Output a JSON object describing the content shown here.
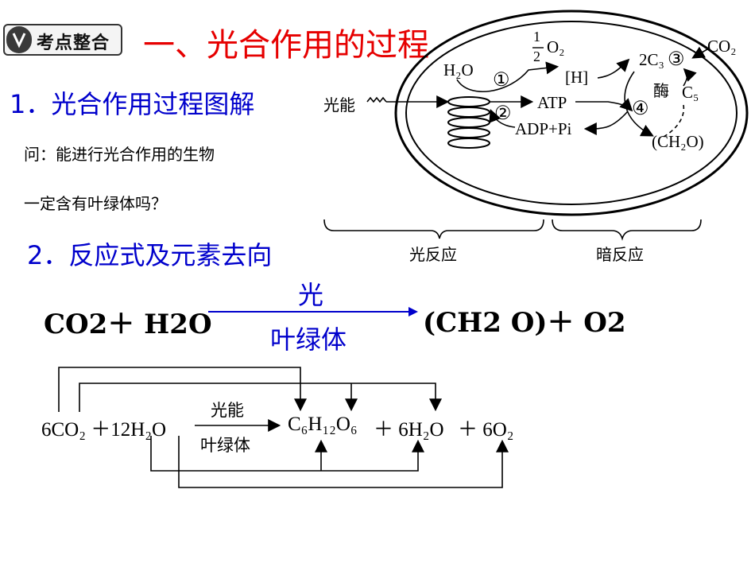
{
  "header": {
    "badge_label": "考点整合",
    "title": "一、光合作用的过程"
  },
  "section1": {
    "heading": "1．光合作用过程图解",
    "question_line1": "问：能进行光合作用的生物",
    "question_line2": "一定含有叶绿体吗？"
  },
  "section2": {
    "heading": "2．反应式及元素去向"
  },
  "diagram": {
    "light_energy": "光能",
    "water": "H₂O",
    "step1": "①",
    "half_num": "1",
    "half_den": "2",
    "oxygen": "O₂",
    "hydrogen": "[H]",
    "step2": "②",
    "atp": "ATP",
    "adp": "ADP+Pi",
    "c3": "2C₃",
    "step3": "③",
    "co2": "CO₂",
    "enzyme": "酶",
    "c5": "C₅",
    "step4": "④",
    "ch2o": "(CH₂O)",
    "light_reaction": "光反应",
    "dark_reaction": "暗反应"
  },
  "equation1": {
    "left": "CO2＋ H2O",
    "condition_top": "光",
    "condition_bottom": "叶绿体",
    "right": "(CH2 O)＋ O2"
  },
  "equation2": {
    "reactants": "6CO₂ ＋12H₂O",
    "condition_top": "光能",
    "condition_bottom": "叶绿体",
    "product_glucose": "C₆H₁₂O₆",
    "product_water": "＋ 6H₂O",
    "product_oxygen": "＋ 6O₂"
  },
  "colors": {
    "title_red": "#e60000",
    "heading_blue": "#0000cc",
    "text_black": "#000000"
  }
}
